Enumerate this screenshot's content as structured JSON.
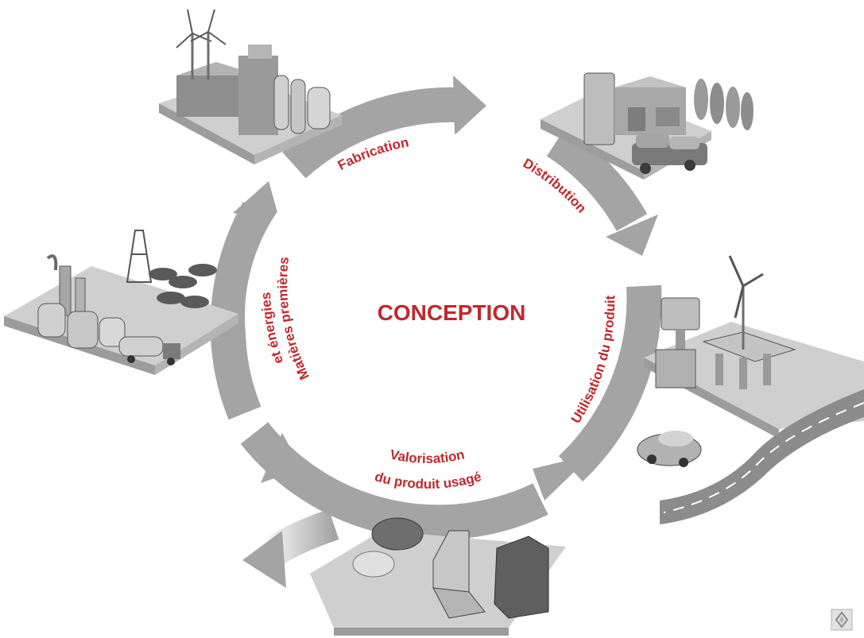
{
  "center_title": "CONCEPTION",
  "stages": [
    {
      "id": "fabrication",
      "label": "Fabrication"
    },
    {
      "id": "distribution",
      "label": "Distribution"
    },
    {
      "id": "utilisation",
      "label": "Utilisation du produit"
    },
    {
      "id": "valorisation",
      "label_line1": "Valorisation",
      "label_line2": "du produit usagé"
    },
    {
      "id": "matieres",
      "label_line1": "Matières premières",
      "label_line2": "et énergies"
    }
  ],
  "illustrations": [
    {
      "id": "factory",
      "depicts": "factory with wind turbines"
    },
    {
      "id": "dealership",
      "depicts": "car dealership with car transporter truck"
    },
    {
      "id": "service-station",
      "depicts": "service station with wind turbine and road"
    },
    {
      "id": "recycling",
      "depicts": "recycled materials, car seat and component"
    },
    {
      "id": "raw-materials",
      "depicts": "oil derrick, refinery, palm trees and tanker truck"
    }
  ],
  "colors": {
    "accent_red": "#c0282d",
    "arrow_gray": "#a4a4a4",
    "scene_gray": "#c9c9c9"
  },
  "brand": {
    "logo": "renault-diamond-logo"
  }
}
